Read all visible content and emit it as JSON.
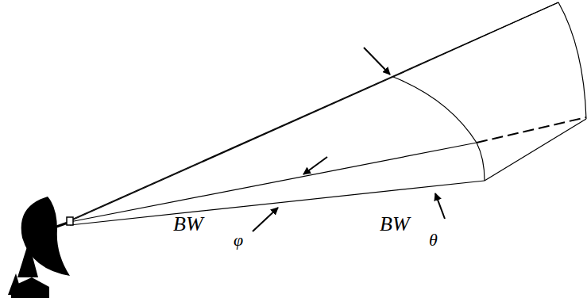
{
  "diagram": {
    "labels": [
      "BW",
      "φ",
      "BW",
      "θ"
    ]
  }
}
